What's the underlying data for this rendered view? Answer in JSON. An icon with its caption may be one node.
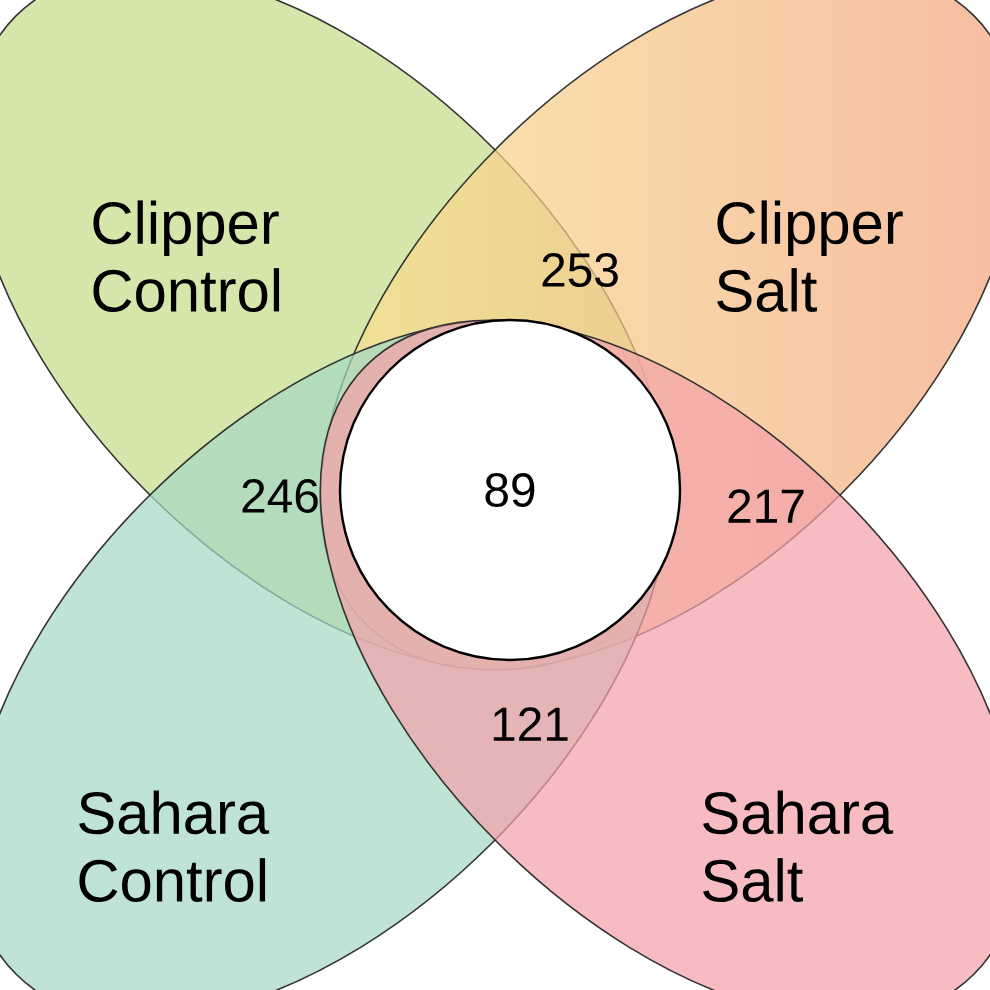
{
  "diagram": {
    "nodes": [
      {
        "text": [
          "Clipper Control"
        ]
      },
      {
        "text": [
          "Clipper Salt"
        ]
      },
      {
        "text": [
          "Sahara Control"
        ]
      },
      {
        "text": [
          "Sahara Salt"
        ]
      },
      {
        "text": [
          "89"
        ]
      }
    ],
    "labels": [
      "253",
      "246",
      "217",
      "121"
    ]
  }
}
